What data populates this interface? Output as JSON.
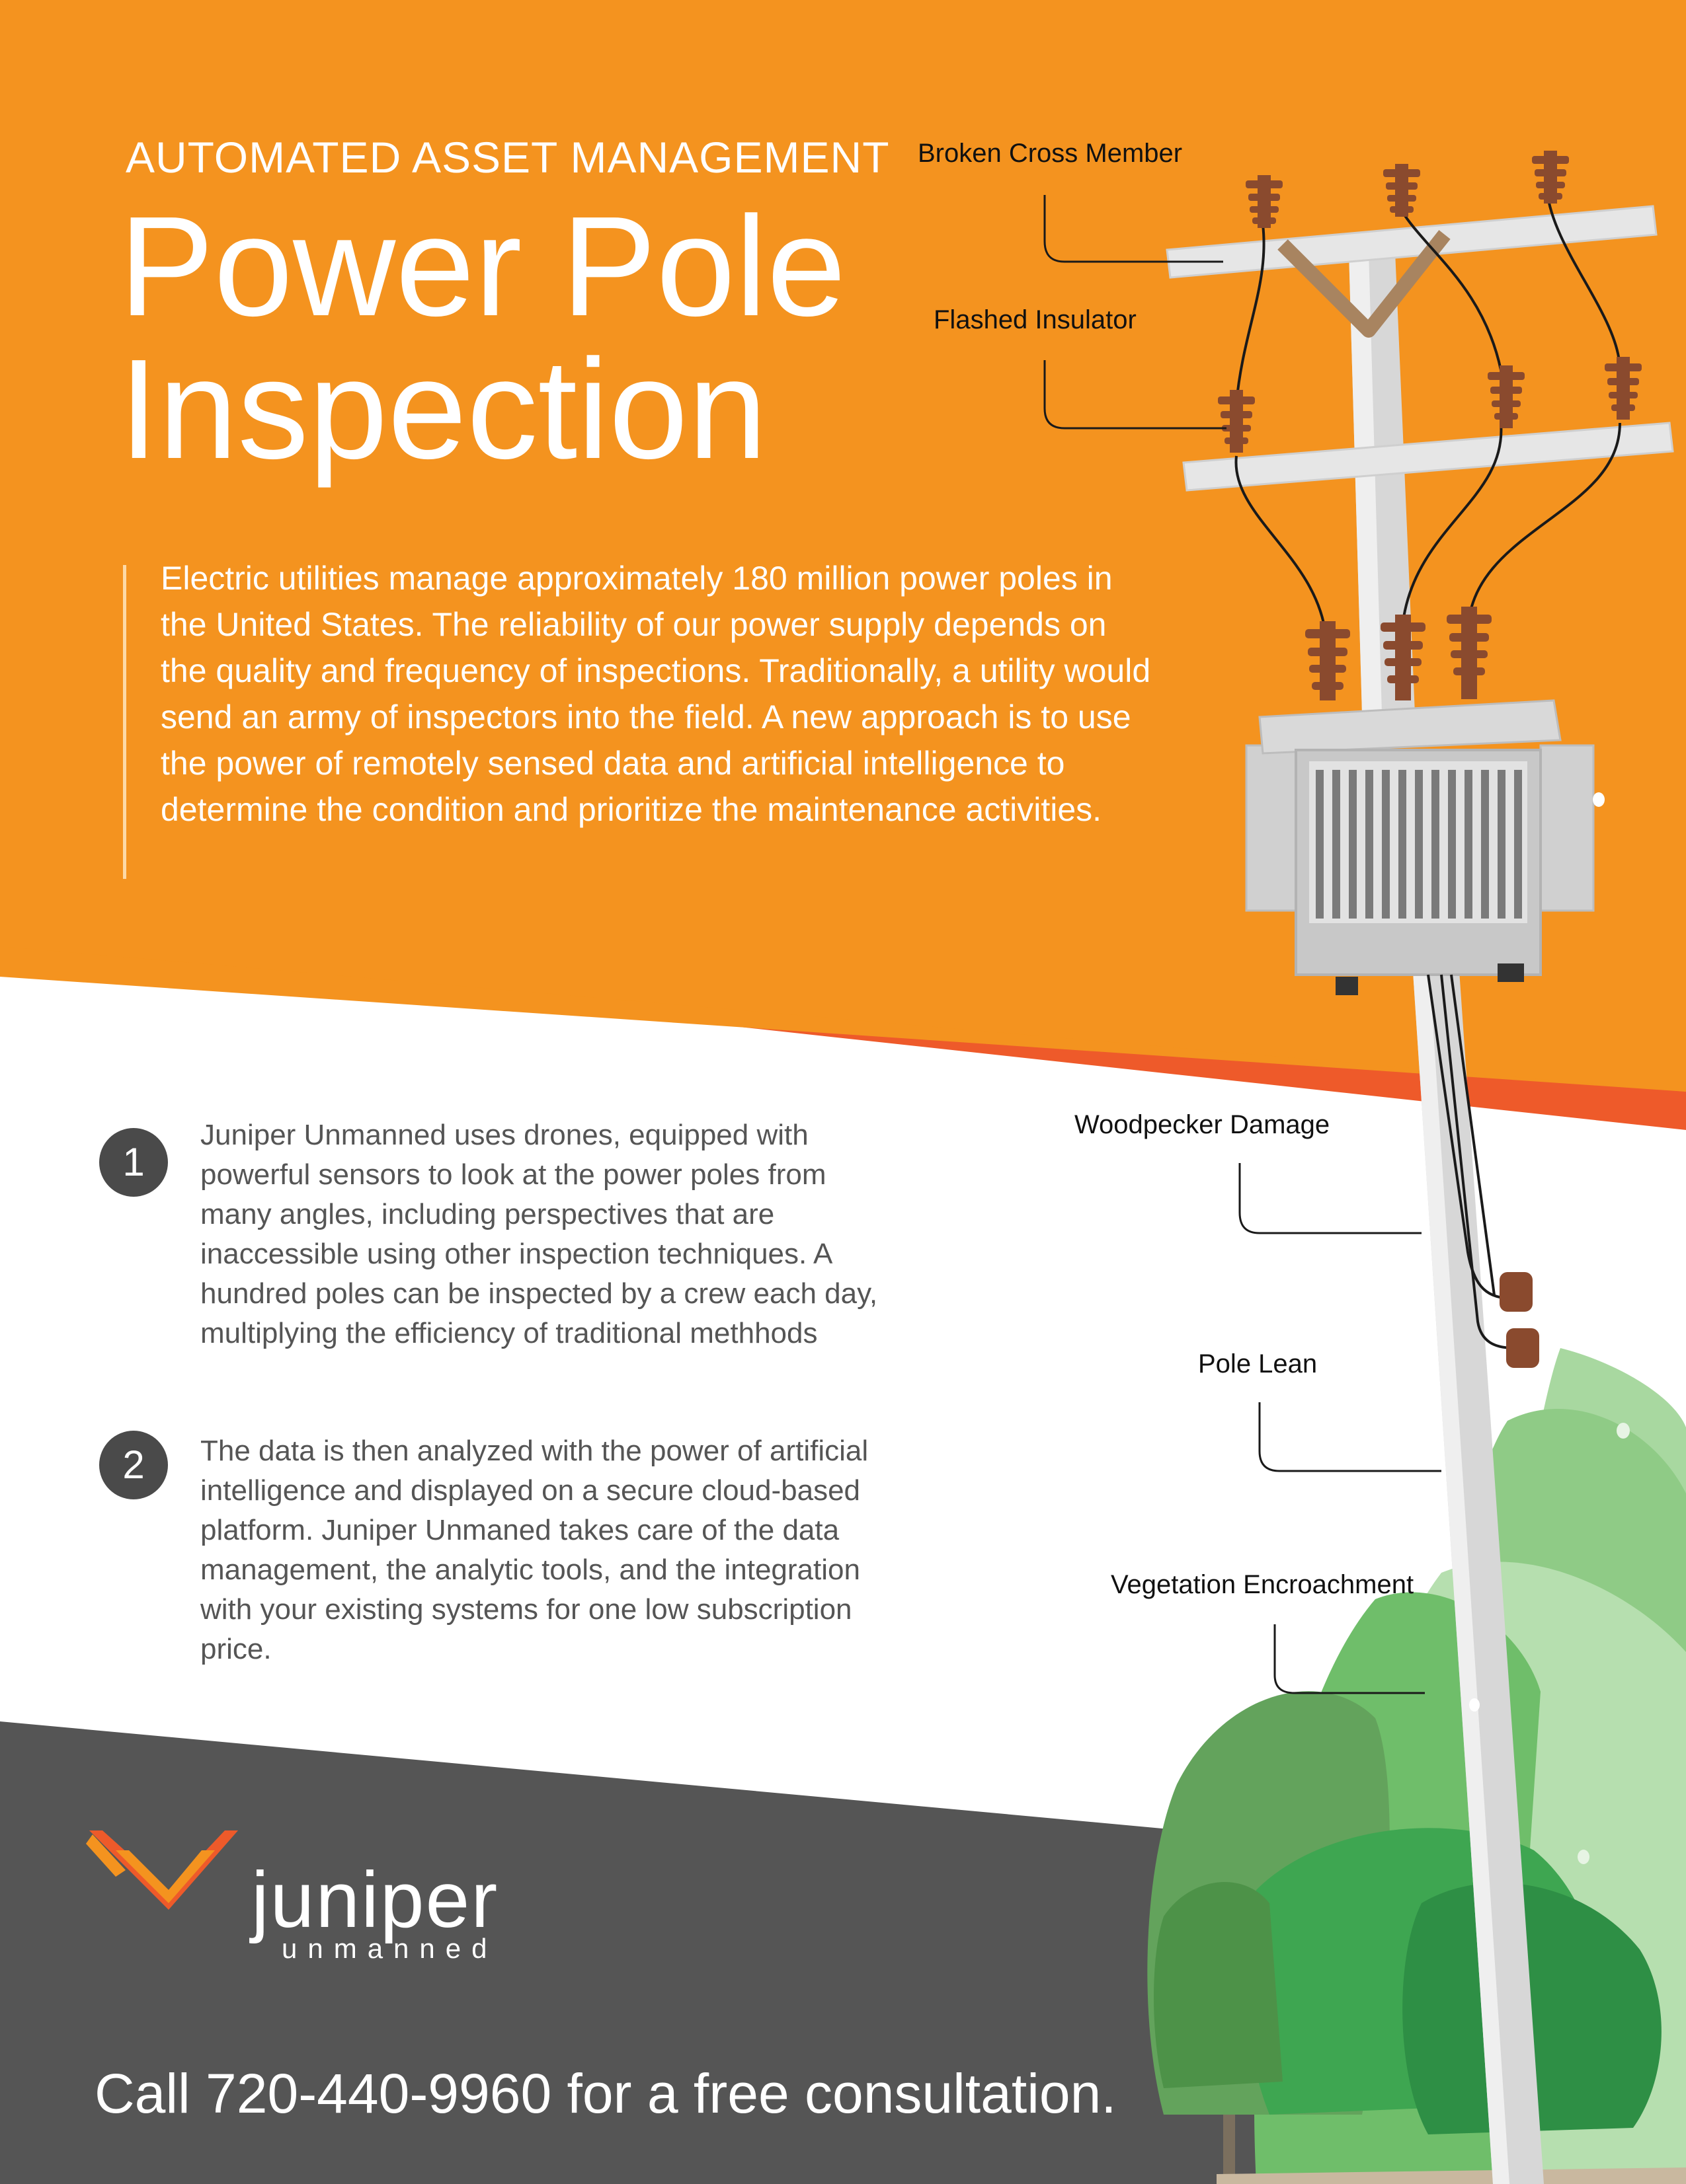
{
  "header": {
    "kicker": "AUTOMATED ASSET MANAGEMENT",
    "title_line1": "Power Pole",
    "title_line2": "Inspection"
  },
  "intro": {
    "text": "Electric utilities manage approximately 180 million power poles in the United States. The reliability of our power supply depends on the quality and frequency of inspections.  Traditionally, a utility would send an army of inspectors into the field.  A new approach is to use the power of remotely sensed data and artificial intelligence to determine the condition and prioritize the maintenance activities."
  },
  "callouts": {
    "broken_cross_member": "Broken Cross Member",
    "flashed_insulator": "Flashed Insulator",
    "woodpecker_damage": "Woodpecker Damage",
    "pole_lean": "Pole Lean",
    "vegetation_encroachment": "Vegetation Encroachment"
  },
  "steps": [
    {
      "number": "1",
      "text": "Juniper Unmanned uses drones, equipped with powerful sensors to look at the power poles from many angles, including perspectives that are inaccessible using other inspection techniques.  A hundred poles can be inspected by a crew each day, multiplying the efficiency of traditional methhods"
    },
    {
      "number": "2",
      "text": "The data is then analyzed with the power of artificial intelligence and displayed on a secure cloud-based platform. Juniper Unmaned takes care of the data management, the analytic tools, and the integration with your existing systems for one low subscription price."
    }
  ],
  "brand": {
    "name": "juniper",
    "tagline": "unmanned",
    "logo_icon": "juniper-chevron-logo"
  },
  "cta": {
    "text": "Call 720-440-9960 for a free consultation."
  },
  "colors": {
    "orange": "#F4931F",
    "red_orange": "#EE5A2A",
    "dark_gray": "#555555",
    "insulator_brown": "#8A4A2E",
    "tree_green": "#3EA651"
  }
}
